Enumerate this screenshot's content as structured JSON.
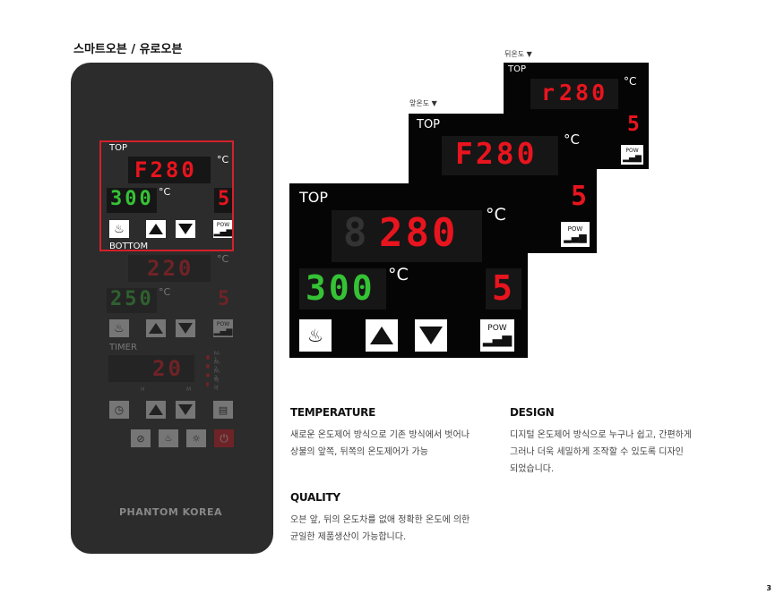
{
  "page_title": "스마트오븐 / 유로오븐",
  "oven": {
    "top_label": "TOP",
    "top_temp": "F280",
    "top_unit": "°C",
    "top_set": "300",
    "set_unit": "°C",
    "power_level": "5",
    "bottom_label": "BOTTOM",
    "bottom_temp": "220",
    "bottom_unit": "°C",
    "bottom_set": "250",
    "bottom_set_unit": "°C",
    "bottom_power": "5",
    "pow_label": "POW",
    "timer_label": "TIMER",
    "timer_value": "20",
    "timer_h": "H",
    "timer_m": "M",
    "modes": [
      "M-1",
      "M-2",
      "M-3",
      "예 약"
    ],
    "brand": "PHANTOM KOREA"
  },
  "zoom": {
    "back_caption": "뒤온도 ▼",
    "front_caption": "앞온도 ▼",
    "top_label": "TOP",
    "back_temp": "280",
    "back_prefix": "r",
    "mid_temp": "F280",
    "front_temp": "280",
    "front_set": "300",
    "unit": "°C",
    "power": "5",
    "pow_label": "POW"
  },
  "sections": {
    "temperature": {
      "heading": "TEMPERATURE",
      "line1": "새로운 온도제어 방식으로 기존 방식에서 벗어나",
      "line2": "상불의 앞쪽, 뒤쪽의 온도제어가 가능"
    },
    "design": {
      "heading": "DESIGN",
      "line1": "디지털 온도제어 방식으로 누구나 쉽고, 간편하게",
      "line2": "그러나 더욱 세밀하게 조작할 수 있도록 디자인",
      "line3": "되었습니다."
    },
    "quality": {
      "heading": "QUALITY",
      "line1": "오븐 앞, 뒤의 온도차를 없애 정확한 온도에 의한",
      "line2": "균일한 제품생산이 가능합니다."
    }
  },
  "page_number": "3"
}
